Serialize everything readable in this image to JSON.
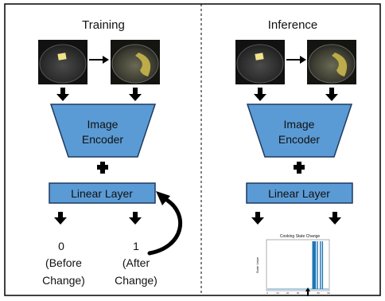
{
  "panels": {
    "left": {
      "title": "Training",
      "encoder_line1": "Image",
      "encoder_line2": "Encoder",
      "linear_label": "Linear Layer",
      "output_left_value": "0",
      "output_left_line2": "(Before",
      "output_left_line3": "Change)",
      "output_right_value": "1",
      "output_right_line2": "(After",
      "output_right_line3": "Change)"
    },
    "right": {
      "title": "Inference",
      "encoder_line1": "Image",
      "encoder_line2": "Encoder",
      "linear_label": "Linear Layer",
      "chart_title": "Cooking State Change",
      "chart_ylabel": "State Value"
    }
  },
  "colors": {
    "encoder_fill": "#5b9bd5",
    "encoder_stroke": "#1f3a5f",
    "arrow": "#000000",
    "pan": "#2a2a2a",
    "butter": "#f2e38a",
    "melted": "#c9b64a",
    "chart_bar": "#1f77b4"
  },
  "chart_data": {
    "type": "bar",
    "title": "Cooking State Change",
    "xlabel": "",
    "ylabel": "State Value",
    "x": [
      0,
      10,
      20,
      30,
      40,
      50,
      60
    ],
    "ylim": [
      0,
      1
    ],
    "note": "",
    "series": [
      {
        "name": "",
        "values": []
      }
    ],
    "bars": [
      {
        "x": 44.5,
        "y": 1
      },
      {
        "x": 45,
        "y": 1
      },
      {
        "x": 45.5,
        "y": 1
      },
      {
        "x": 46,
        "y": 1
      },
      {
        "x": 46.5,
        "y": 1
      },
      {
        "x": 47,
        "y": 1
      },
      {
        "x": 49,
        "y": 1
      },
      {
        "x": 52,
        "y": 1
      },
      {
        "x": 54,
        "y": 1
      }
    ]
  }
}
